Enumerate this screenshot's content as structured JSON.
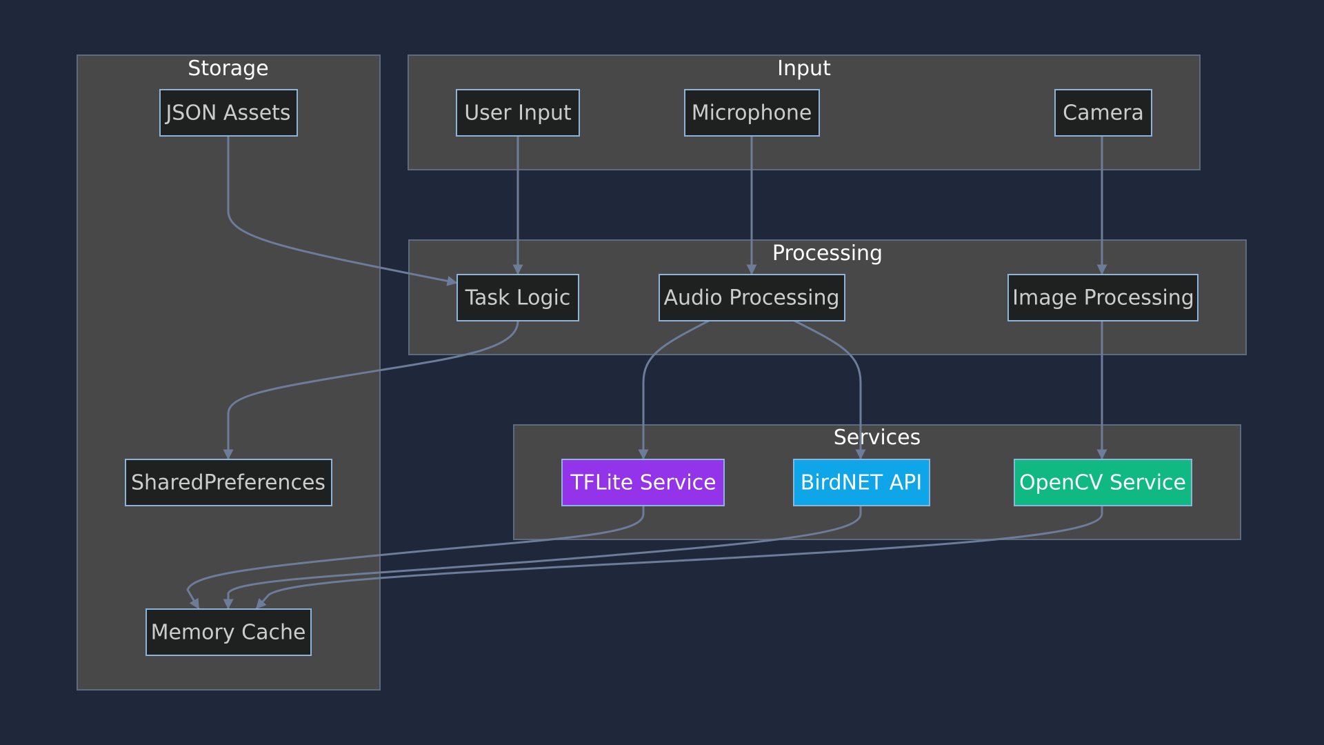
{
  "diagram": {
    "clusters": {
      "storage": "Storage",
      "input": "Input",
      "processing": "Processing",
      "services": "Services"
    },
    "nodes": {
      "json_assets": "JSON Assets",
      "shared_preferences": "SharedPreferences",
      "memory_cache": "Memory Cache",
      "user_input": "User Input",
      "microphone": "Microphone",
      "camera": "Camera",
      "task_logic": "Task Logic",
      "audio_processing": "Audio Processing",
      "image_processing": "Image Processing",
      "tflite_service": "TFLite Service",
      "birdnet_api": "BirdNET API",
      "opencv_service": "OpenCV Service"
    },
    "colors": {
      "background": "#1e283a",
      "cluster_fill": "#484848",
      "default_node_fill": "#1f2020",
      "tflite_fill": "#9333ea",
      "birdnet_fill": "#0ea5e9",
      "opencv_fill": "#10b981",
      "edge": "#6c7c99"
    },
    "edges": [
      {
        "from": "JSON Assets",
        "to": "Task Logic"
      },
      {
        "from": "User Input",
        "to": "Task Logic"
      },
      {
        "from": "Microphone",
        "to": "Audio Processing"
      },
      {
        "from": "Camera",
        "to": "Image Processing"
      },
      {
        "from": "Task Logic",
        "to": "SharedPreferences"
      },
      {
        "from": "Audio Processing",
        "to": "TFLite Service"
      },
      {
        "from": "Audio Processing",
        "to": "BirdNET API"
      },
      {
        "from": "Image Processing",
        "to": "OpenCV Service"
      },
      {
        "from": "TFLite Service",
        "to": "Memory Cache"
      },
      {
        "from": "BirdNET API",
        "to": "Memory Cache"
      },
      {
        "from": "OpenCV Service",
        "to": "Memory Cache"
      }
    ]
  }
}
